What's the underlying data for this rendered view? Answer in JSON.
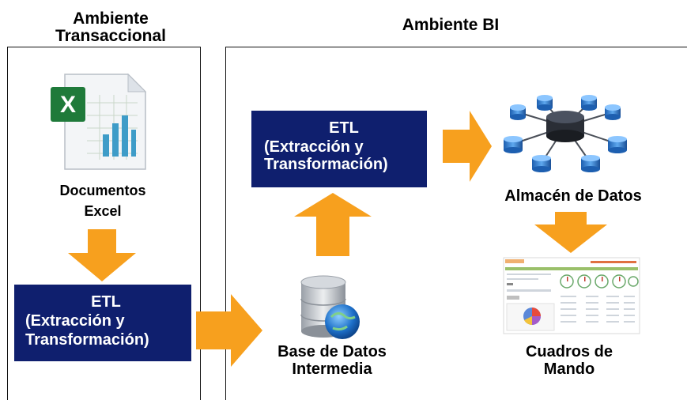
{
  "headings": {
    "transactional": [
      "Ambiente",
      "Transaccional"
    ],
    "bi": "Ambiente BI"
  },
  "nodes": {
    "excel": {
      "label": [
        "Documentos",
        "Excel"
      ],
      "icon": "excel-document-icon"
    },
    "etl_left": {
      "title": "ETL",
      "subtitle": "(Extracción y",
      "subtitle2": "Transformación)"
    },
    "etl_top": {
      "title": "ETL",
      "subtitle": "(Extracción y",
      "subtitle2": "Transformación)"
    },
    "staging": {
      "label": [
        "Base de Datos",
        "Intermedia"
      ],
      "icon": "database-globe-icon"
    },
    "warehouse": {
      "label": "Almacén de Datos",
      "icon": "network-databases-icon"
    },
    "dashboard": {
      "label": [
        "Cuadros de",
        "Mando"
      ],
      "icon": "dashboard-screenshot-icon"
    }
  },
  "colors": {
    "etl_box": "#0f1f6e",
    "arrow": "#f7a01e",
    "db_blue": "#2f6fc4"
  }
}
